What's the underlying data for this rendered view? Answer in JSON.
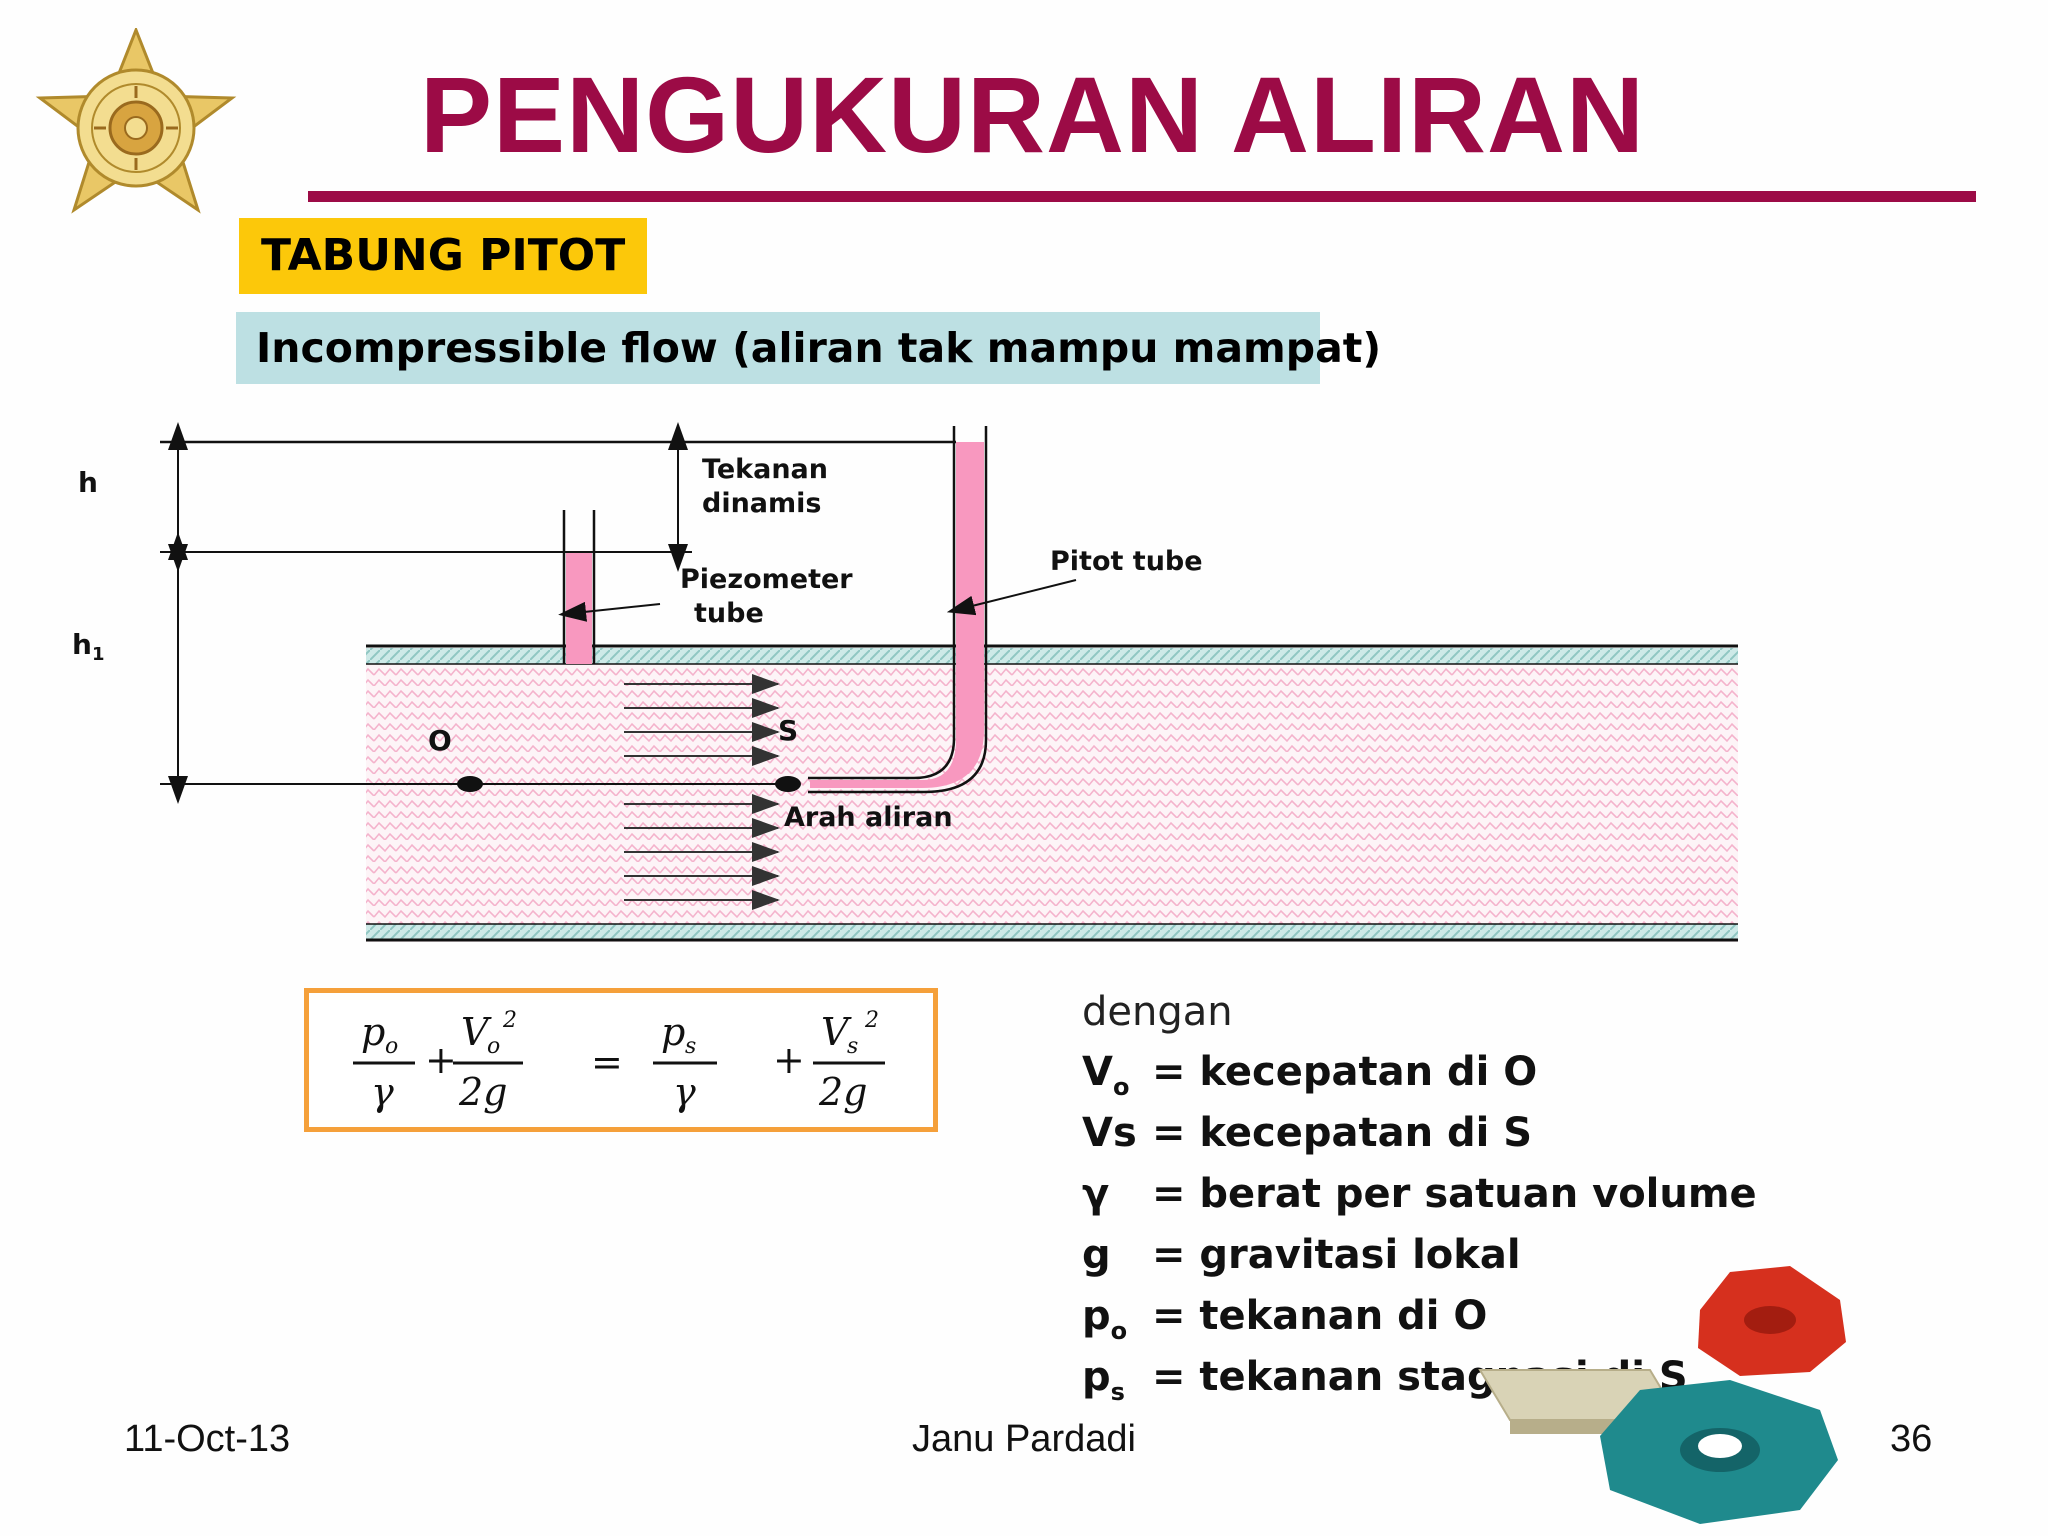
{
  "slide": {
    "title": "PENGUKURAN ALIRAN",
    "section_label": "TABUNG PITOT",
    "subtitle": "Incompressible flow (aliran tak mampu mampat)"
  },
  "diagram": {
    "labels": {
      "h": "h",
      "h1_base": "h",
      "h1_sub": "1",
      "dynamic_pressure_line1": "Tekanan",
      "dynamic_pressure_line2": "dinamis",
      "piezometer_line1": "Piezometer",
      "piezometer_line2": "tube",
      "pitot_tube": "Pitot tube",
      "point_o": "O",
      "point_s": "S",
      "flow_direction": "Arah aliran"
    },
    "colors": {
      "fluid": "#f898bf",
      "pipe_wall": "#9fd3d0",
      "hatch": "#f4b3cc"
    }
  },
  "equation": {
    "p0": "p",
    "p0_sub": "o",
    "v0": "V",
    "v0_sub": "o",
    "ps": "p",
    "ps_sub": "s",
    "vs": "V",
    "vs_sub": "s",
    "gamma": "γ",
    "two_g": "2g",
    "square": "2",
    "plus": "+",
    "equals": "="
  },
  "legend": {
    "intro": "dengan",
    "items": [
      {
        "symbol": "V",
        "sub": "o",
        "eq": "=",
        "desc": "kecepatan di O"
      },
      {
        "symbol": "Vs",
        "sub": "",
        "eq": "=",
        "desc": "kecepatan di S"
      },
      {
        "symbol": "γ",
        "sub": "",
        "eq": "=",
        "desc": "berat per satuan volume"
      },
      {
        "symbol": "g",
        "sub": "",
        "eq": "=",
        "desc": "gravitasi lokal"
      },
      {
        "symbol": "p",
        "sub": "o",
        "eq": "=",
        "desc": "tekanan di O"
      },
      {
        "symbol": "p",
        "sub": "s",
        "eq": "=",
        "desc": "tekanan stagnasi di S"
      }
    ]
  },
  "footer": {
    "date": "11-Oct-13",
    "author": "Janu Pardadi",
    "page": "36"
  },
  "decor": {
    "logo_icon": "university-emblem-icon",
    "gears_icon": "gears-icon",
    "accent": "#9c0b46"
  }
}
